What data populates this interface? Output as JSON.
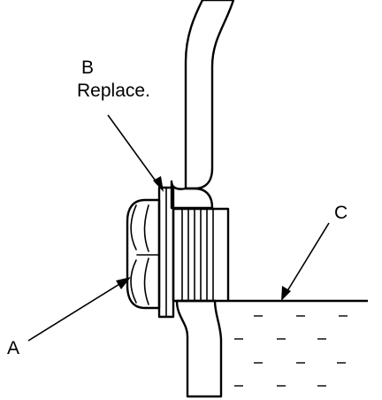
{
  "callouts": {
    "a": {
      "letter": "A"
    },
    "b": {
      "letter": "B",
      "note": "Replace."
    },
    "c": {
      "letter": "C"
    }
  }
}
